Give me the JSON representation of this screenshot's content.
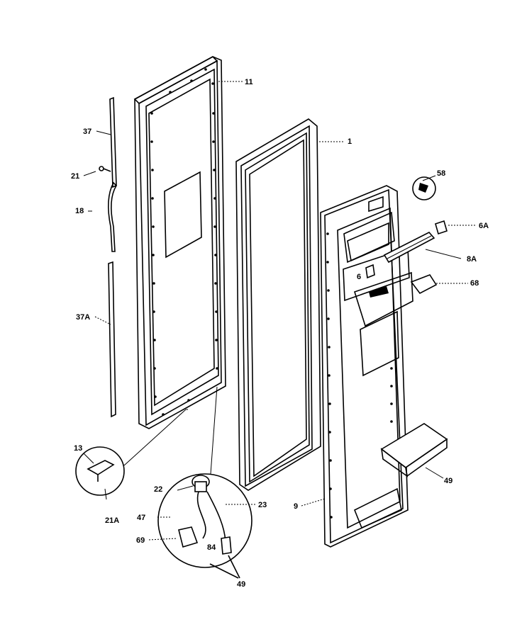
{
  "labels": {
    "l11": "11",
    "l1": "1",
    "l37": "37",
    "l21": "21",
    "l18": "18",
    "l37a": "37A",
    "l58": "58",
    "l6a": "6A",
    "l8a": "8A",
    "l6": "6",
    "l68": "68",
    "l13": "13",
    "l21a": "21A",
    "l22": "22",
    "l23": "23",
    "l47": "47",
    "l69": "69",
    "l84": "84",
    "l9": "9",
    "l49a": "49",
    "l49b": "49"
  }
}
